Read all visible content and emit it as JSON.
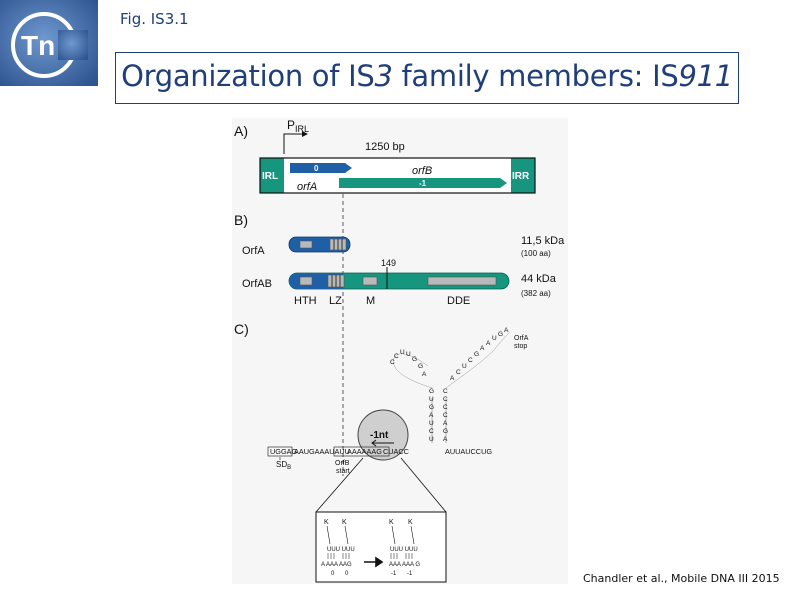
{
  "logo": {
    "text": "Tn"
  },
  "fig_label": "Fig. IS3.1",
  "title": {
    "main": "Organization of IS",
    "italic1": "3",
    "middle": " family members: IS",
    "italic2": "911"
  },
  "panel_a": {
    "label": "A)",
    "promoter": "P",
    "promoter_sub": "IRL",
    "length": "1250 bp",
    "irl": "IRL",
    "irr": "IRR",
    "orfA_frame": "0",
    "orfB_frame": "-1",
    "orfA": "orfA",
    "orfB": "orfB"
  },
  "panel_b": {
    "label": "B)",
    "orfA_label": "OrfA",
    "orfAB_label": "OrfAB",
    "orfA_mass": "11,5 kDa",
    "orfA_aa": "(100 aa)",
    "orfAB_mass": "44 kDa",
    "orfAB_aa": "(382 aa)",
    "position": "149",
    "domains": [
      "HTH",
      "LZ",
      "M",
      "DDE"
    ]
  },
  "panel_c": {
    "label": "C)",
    "seq_sd": "UGGAG",
    "seq_left": "AAUGAAAUAUU",
    "seq_slip": "AAAAAAG",
    "seq_mid": "CUACC",
    "seq_right": "AUUAUCCUG",
    "sd_label": "SD",
    "sd_sub": "B",
    "frameshift": "-1nt",
    "orfB_start_1": "OrfB",
    "orfB_start_2": "start",
    "orfA_stop_1": "OrfA",
    "orfA_stop_2": "stop",
    "stem_left": [
      "U",
      "C",
      "U",
      "A",
      "G",
      "U",
      "G"
    ],
    "stem_right": [
      "A",
      "G",
      "A",
      "C",
      "C",
      "C",
      "C"
    ],
    "loop_seq": [
      "C",
      "C",
      "U",
      "U",
      "G",
      "G",
      "A",
      "A",
      "C",
      "U",
      "C",
      "G",
      "A",
      "A",
      "U",
      "G",
      "A"
    ],
    "inset": {
      "codon_k": "K",
      "left_top": "UUU UUU",
      "left_bottom": "A AAA AAG",
      "left_frames": [
        "0",
        "0"
      ],
      "right_top": "UUU UUU",
      "right_bottom": "AAA AAA G",
      "right_frames": [
        "-1",
        "-1"
      ]
    }
  },
  "citation": "Chandler et al., Mobile DNA III 2015",
  "colors": {
    "navy": "#1f3f7a",
    "teal": "#16957f",
    "blue": "#1f5fa6",
    "grey": "#a8a8a8"
  }
}
